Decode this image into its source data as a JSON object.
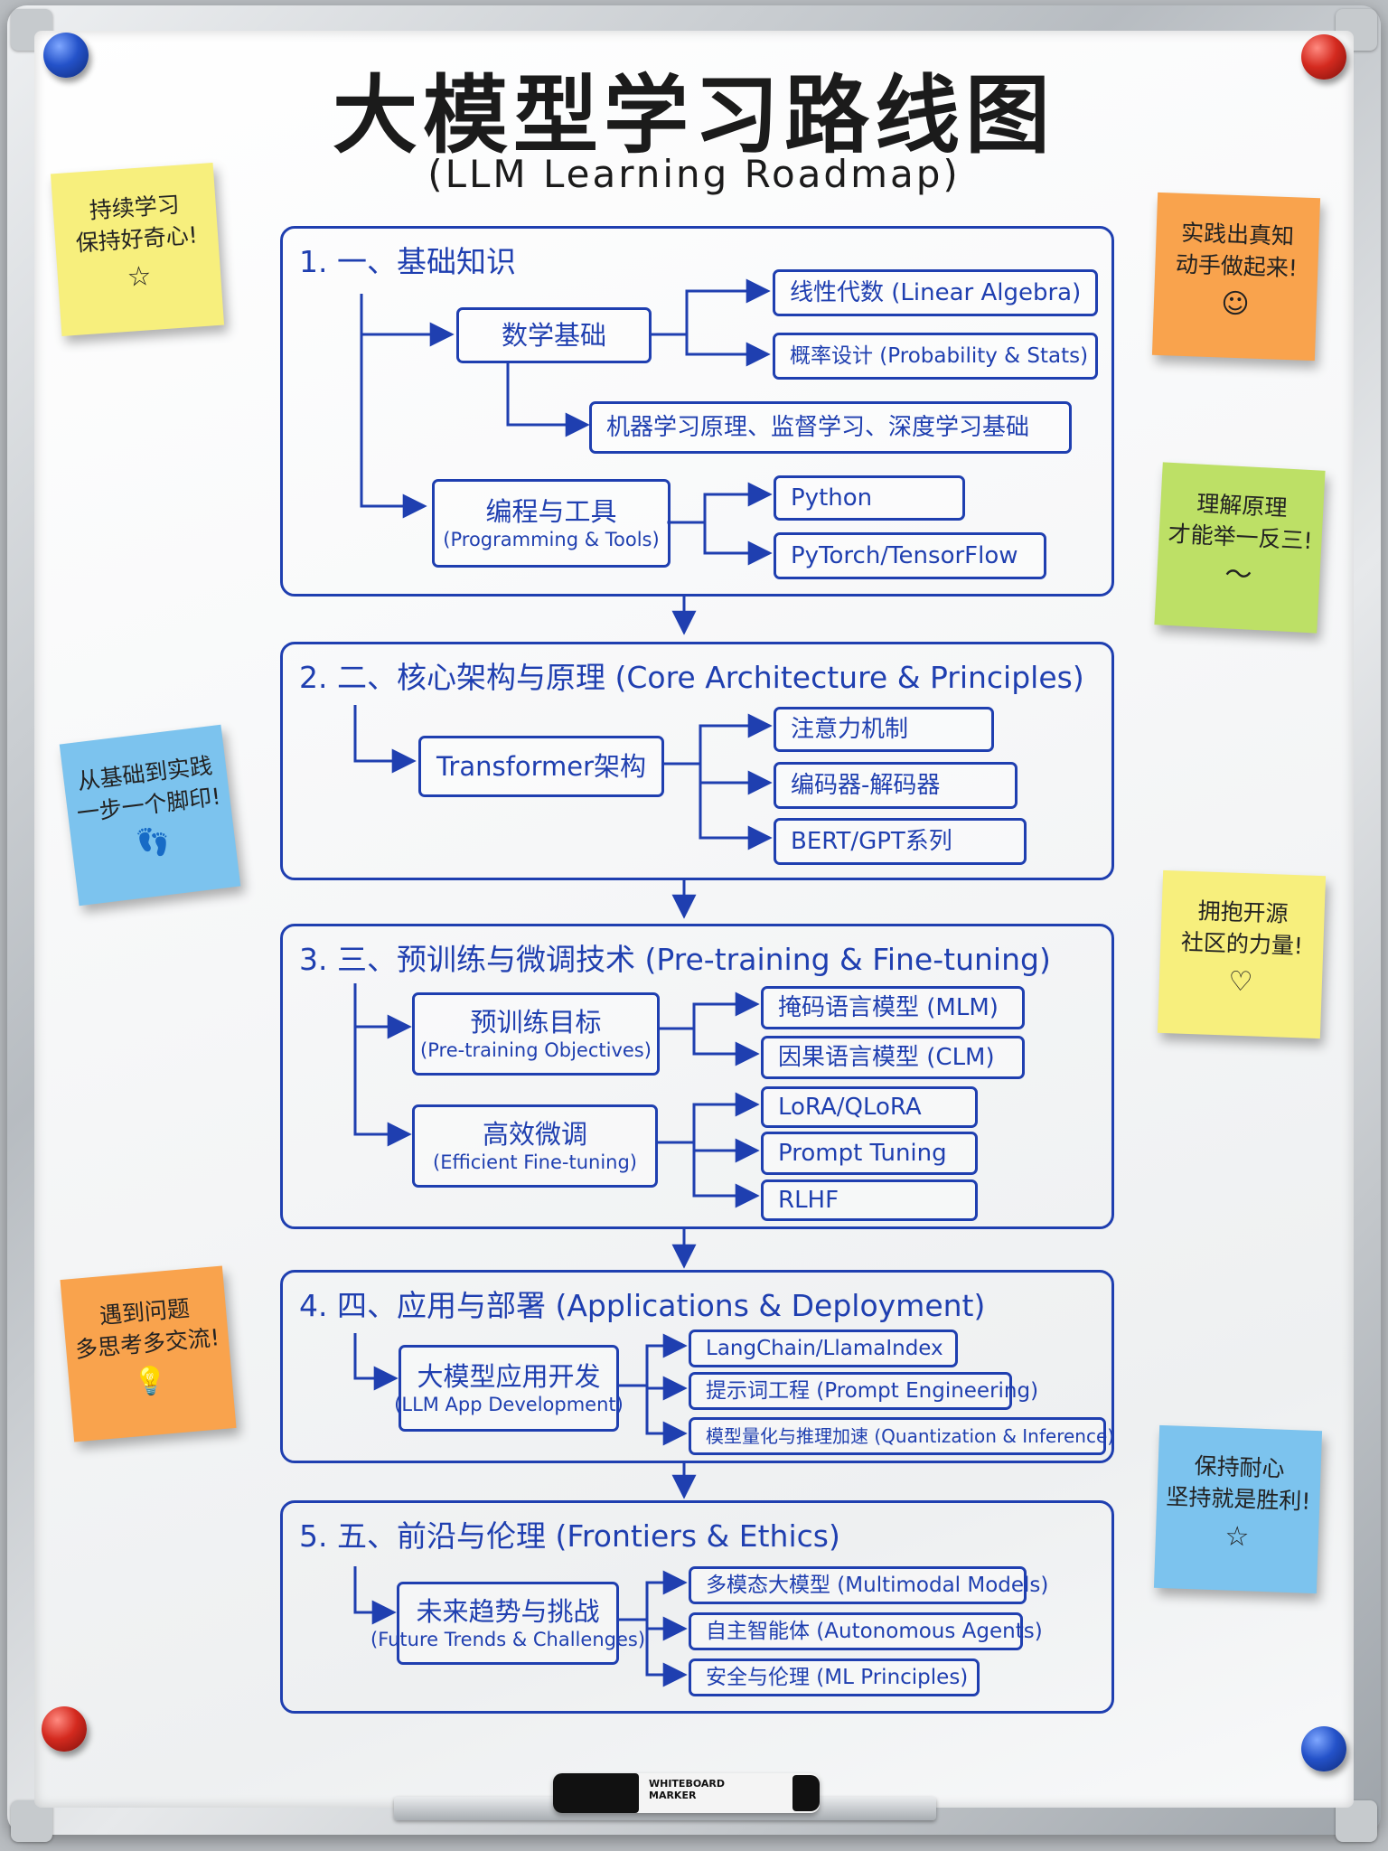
{
  "title": "大模型学习路线图",
  "subtitle": "(LLM Learning Roadmap)",
  "colors": {
    "ink": "#1f3fb0"
  },
  "sections": [
    {
      "title": "1. 一、基础知识",
      "mains": [
        {
          "line1": "数学基础",
          "line2": ""
        },
        {
          "line1": "编程与工具",
          "line2": "(Programming & Tools)"
        }
      ],
      "leaves": [
        "线性代数 (Linear Algebra)",
        "概率设计 (Probability & Stats)",
        "机器学习原理、监督学习、深度学习基础",
        "Python",
        "PyTorch/TensorFlow"
      ]
    },
    {
      "title": "2. 二、核心架构与原理 (Core Architecture & Principles)",
      "mains": [
        {
          "line1": "Transformer架构",
          "line2": ""
        }
      ],
      "leaves": [
        "注意力机制",
        "编码器-解码器",
        "BERT/GPT系列"
      ]
    },
    {
      "title": "3. 三、预训练与微调技术 (Pre-training & Fine-tuning)",
      "mains": [
        {
          "line1": "预训练目标",
          "line2": "(Pre-training Objectives)"
        },
        {
          "line1": "高效微调",
          "line2": "(Efficient Fine-tuning)"
        }
      ],
      "leaves": [
        "掩码语言模型 (MLM)",
        "因果语言模型 (CLM)",
        "LoRA/QLoRA",
        "Prompt Tuning",
        "RLHF"
      ]
    },
    {
      "title": "4. 四、应用与部署 (Applications & Deployment)",
      "mains": [
        {
          "line1": "大模型应用开发",
          "line2": "(LLM App Development)"
        }
      ],
      "leaves": [
        "LangChain/LlamaIndex",
        "提示词工程 (Prompt Engineering)",
        "模型量化与推理加速 (Quantization & Inference)"
      ]
    },
    {
      "title": "5. 五、前沿与伦理 (Frontiers & Ethics)",
      "mains": [
        {
          "line1": "未来趋势与挑战",
          "line2": "(Future Trends & Challenges)"
        }
      ],
      "leaves": [
        "多模态大模型 (Multimodal Models)",
        "自主智能体 (Autonomous Agents)",
        "安全与伦理 (ML Principles)"
      ]
    }
  ],
  "notes": [
    {
      "line1": "持续学习",
      "line2": "保持好奇心!",
      "doodle": "☆",
      "color": "yellow"
    },
    {
      "line1": "实践出真知",
      "line2": "动手做起来!",
      "doodle": "☺",
      "color": "orange"
    },
    {
      "line1": "理解原理",
      "line2": "才能举一反三!",
      "doodle": "〜",
      "color": "green"
    },
    {
      "line1": "从基础到实践",
      "line2": "一步一个脚印!",
      "doodle": "👣",
      "color": "blue"
    },
    {
      "line1": "拥抱开源",
      "line2": "社区的力量!",
      "doodle": "♡",
      "color": "yellow"
    },
    {
      "line1": "遇到问题",
      "line2": "多思考多交流!",
      "doodle": "💡",
      "color": "orange"
    },
    {
      "line1": "保持耐心",
      "line2": "坚持就是胜利!",
      "doodle": "☆",
      "color": "blue"
    }
  ],
  "marker": {
    "label_line1": "WHITEBOARD",
    "label_line2": "MARKER"
  }
}
